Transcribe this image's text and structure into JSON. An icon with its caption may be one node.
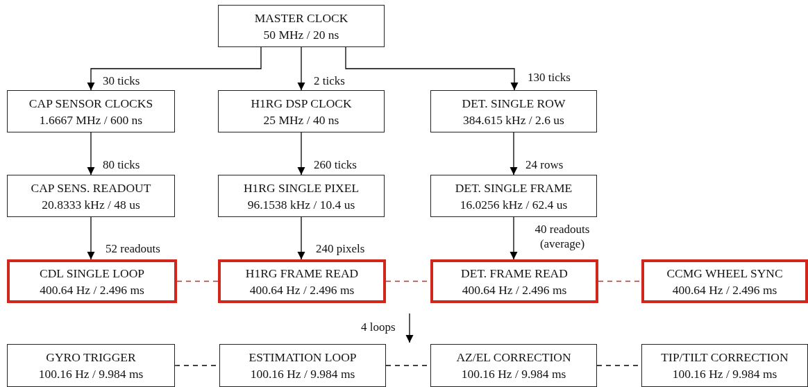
{
  "diagram": {
    "nodes": [
      {
        "text": [
          "MASTER CLOCK",
          "50 MHz / 20 ns"
        ]
      },
      {
        "text": [
          "CAP SENSOR CLOCKS",
          "1.6667 MHz / 600 ns"
        ]
      },
      {
        "text": [
          "H1RG DSP CLOCK",
          "25 MHz / 40 ns"
        ]
      },
      {
        "text": [
          "DET. SINGLE ROW",
          "384.615 kHz / 2.6 us"
        ]
      },
      {
        "text": [
          "CAP SENS. READOUT",
          "20.8333 kHz / 48 us"
        ]
      },
      {
        "text": [
          "H1RG SINGLE PIXEL",
          "96.1538 kHz / 10.4 us"
        ]
      },
      {
        "text": [
          "DET. SINGLE FRAME",
          "16.0256 kHz / 62.4 us"
        ]
      },
      {
        "text": [
          "CDL SINGLE LOOP",
          "400.64 Hz / 2.496 ms"
        ]
      },
      {
        "text": [
          "H1RG FRAME READ",
          "400.64 Hz / 2.496 ms"
        ]
      },
      {
        "text": [
          "DET. FRAME READ",
          "400.64 Hz / 2.496 ms"
        ]
      },
      {
        "text": [
          "CCMG WHEEL SYNC",
          "400.64 Hz / 2.496 ms"
        ]
      },
      {
        "text": [
          "GYRO TRIGGER",
          "100.16 Hz / 9.984 ms"
        ]
      },
      {
        "text": [
          "ESTIMATION LOOP",
          "100.16 Hz / 9.984 ms"
        ]
      },
      {
        "text": [
          "AZ/EL CORRECTION",
          "100.16 Hz / 9.984 ms"
        ]
      },
      {
        "text": [
          "TIP/TILT CORRECTION",
          "100.16 Hz / 9.984 ms"
        ]
      }
    ],
    "edges": [
      {
        "from": 0,
        "to": 1,
        "arrow": "to",
        "label": "30 ticks"
      },
      {
        "from": 0,
        "to": 2,
        "arrow": "to",
        "label": "2 ticks"
      },
      {
        "from": 0,
        "to": 3,
        "arrow": "to",
        "label": "130 ticks"
      },
      {
        "from": 1,
        "to": 4,
        "arrow": "to",
        "label": "80 ticks"
      },
      {
        "from": 2,
        "to": 5,
        "arrow": "to",
        "label": "260 ticks"
      },
      {
        "from": 3,
        "to": 6,
        "arrow": "to",
        "label": "24 rows"
      },
      {
        "from": 4,
        "to": 7,
        "arrow": "to",
        "label": "52 readouts"
      },
      {
        "from": 5,
        "to": 8,
        "arrow": "to",
        "label": "240 pixels"
      },
      {
        "from": 6,
        "to": 9,
        "arrow": "to",
        "label": "40 readouts (average)"
      },
      {
        "from": 7,
        "to": 8,
        "arrow": "none",
        "style": "dashed",
        "color": "#d0261c"
      },
      {
        "from": 8,
        "to": 9,
        "arrow": "none",
        "style": "dashed",
        "color": "#d0261c"
      },
      {
        "from": 9,
        "to": 10,
        "arrow": "none",
        "style": "dashed",
        "color": "#d0261c"
      },
      {
        "from": 11,
        "to": 12,
        "arrow": "none",
        "style": "dashed"
      },
      {
        "from": 12,
        "to": 13,
        "arrow": "none",
        "style": "dashed"
      },
      {
        "from": 13,
        "to": 14,
        "arrow": "none",
        "style": "dashed"
      }
    ],
    "labels": [
      "4 loops"
    ]
  }
}
